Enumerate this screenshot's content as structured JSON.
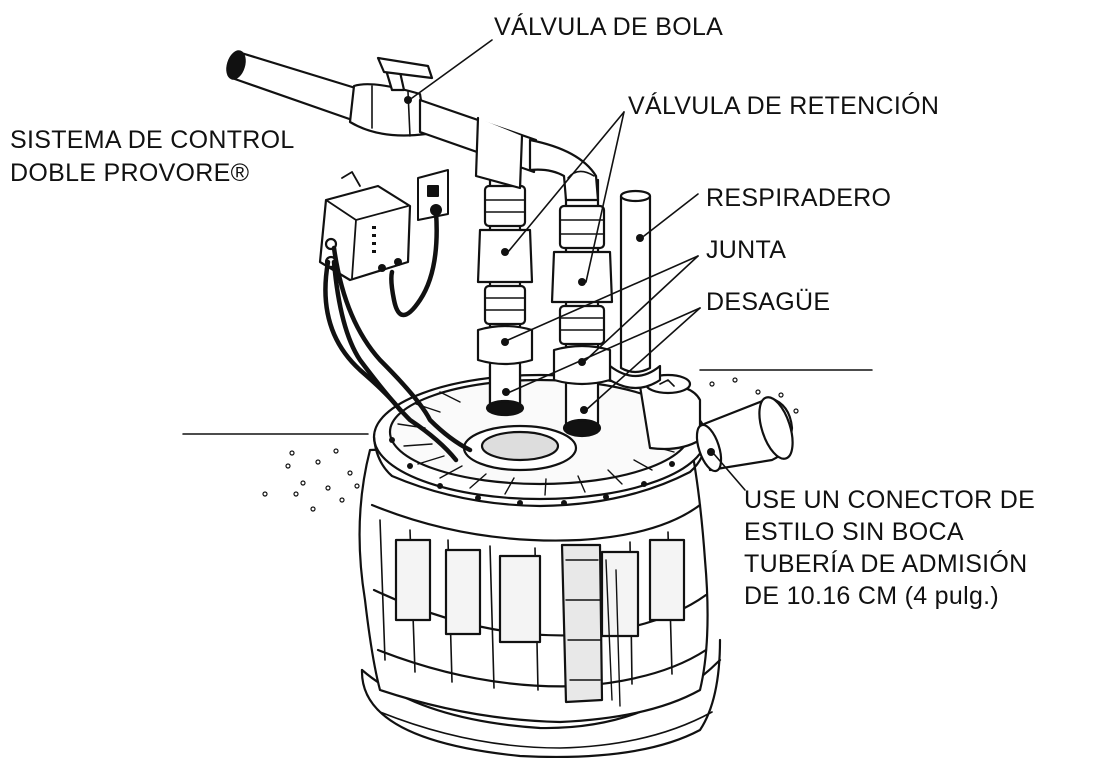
{
  "labels": {
    "ball_valve": "VÁLVULA DE BOLA",
    "check_valve": "VÁLVULA DE RETENCIÓN",
    "control_system": [
      "SISTEMA DE CONTROL",
      "DOBLE PROVORE®"
    ],
    "vent": "RESPIRADERO",
    "seal": "JUNTA",
    "drain": "DESAGÜE",
    "inlet_note": [
      "USE UN CONECTOR DE",
      "ESTILO SIN BOCA",
      "TUBERÍA DE ADMISIÓN",
      "DE 10.16 CM (4 pulg.)"
    ]
  },
  "colors": {
    "ink": "#111111",
    "paper": "#ffffff",
    "shade": "#cfcfcf"
  }
}
